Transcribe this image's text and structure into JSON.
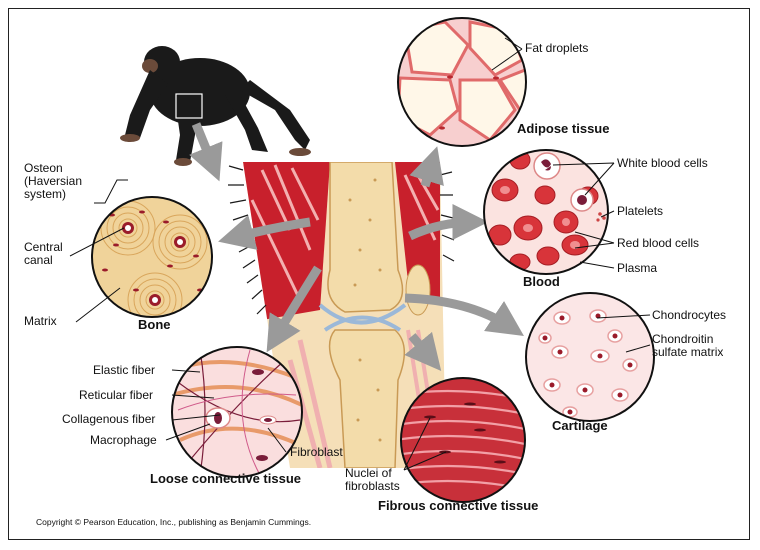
{
  "tissues": {
    "adipose": "Adipose tissue",
    "blood": "Blood",
    "bone": "Bone",
    "cartilage": "Cartilage",
    "loose": "Loose connective tissue",
    "fibrous": "Fibrous connective tissue"
  },
  "labels": {
    "fat_droplets": "Fat droplets",
    "white_blood_cells": "White blood cells",
    "platelets": "Platelets",
    "red_blood_cells": "Red blood cells",
    "plasma": "Plasma",
    "osteon_line1": "Osteon",
    "osteon_line2": "(Haversian",
    "osteon_line3": "system)",
    "central_canal_line1": "Central",
    "central_canal_line2": "canal",
    "matrix": "Matrix",
    "chondrocytes": "Chondrocytes",
    "chondroitin_line1": "Chondroitin",
    "chondroitin_line2": "sulfate matrix",
    "elastic_fiber": "Elastic fiber",
    "reticular_fiber": "Reticular fiber",
    "collagenous_fiber": "Collagenous fiber",
    "macrophage": "Macrophage",
    "fibroblast": "Fibroblast",
    "nuclei_line1": "Nuclei of",
    "nuclei_line2": "fibroblasts"
  },
  "copyright": "Copyright © Pearson Education, Inc., publishing as Benjamin Cummings.",
  "colors": {
    "blood_red": "#d8343a",
    "bone_tan": "#f3dcaa",
    "tissue_pink": "#f6c9c9",
    "muscle_red": "#c8202c",
    "arrow_gray": "#9a9a9a"
  }
}
